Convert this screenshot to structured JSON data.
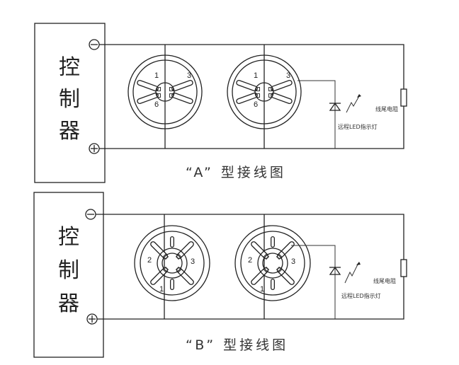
{
  "controller_label": [
    "控",
    "制",
    "器"
  ],
  "diagram_a": {
    "title": "“A” 型接线图",
    "terminals": [
      "1",
      "3",
      "6"
    ]
  },
  "diagram_b": {
    "title": "“B” 型接线图",
    "terminals": [
      "2",
      "3",
      "1"
    ]
  },
  "led_label": "远程LED指示灯",
  "resistor_label": "线尾电阻",
  "minus_symbol": "−",
  "plus_symbol": "+"
}
